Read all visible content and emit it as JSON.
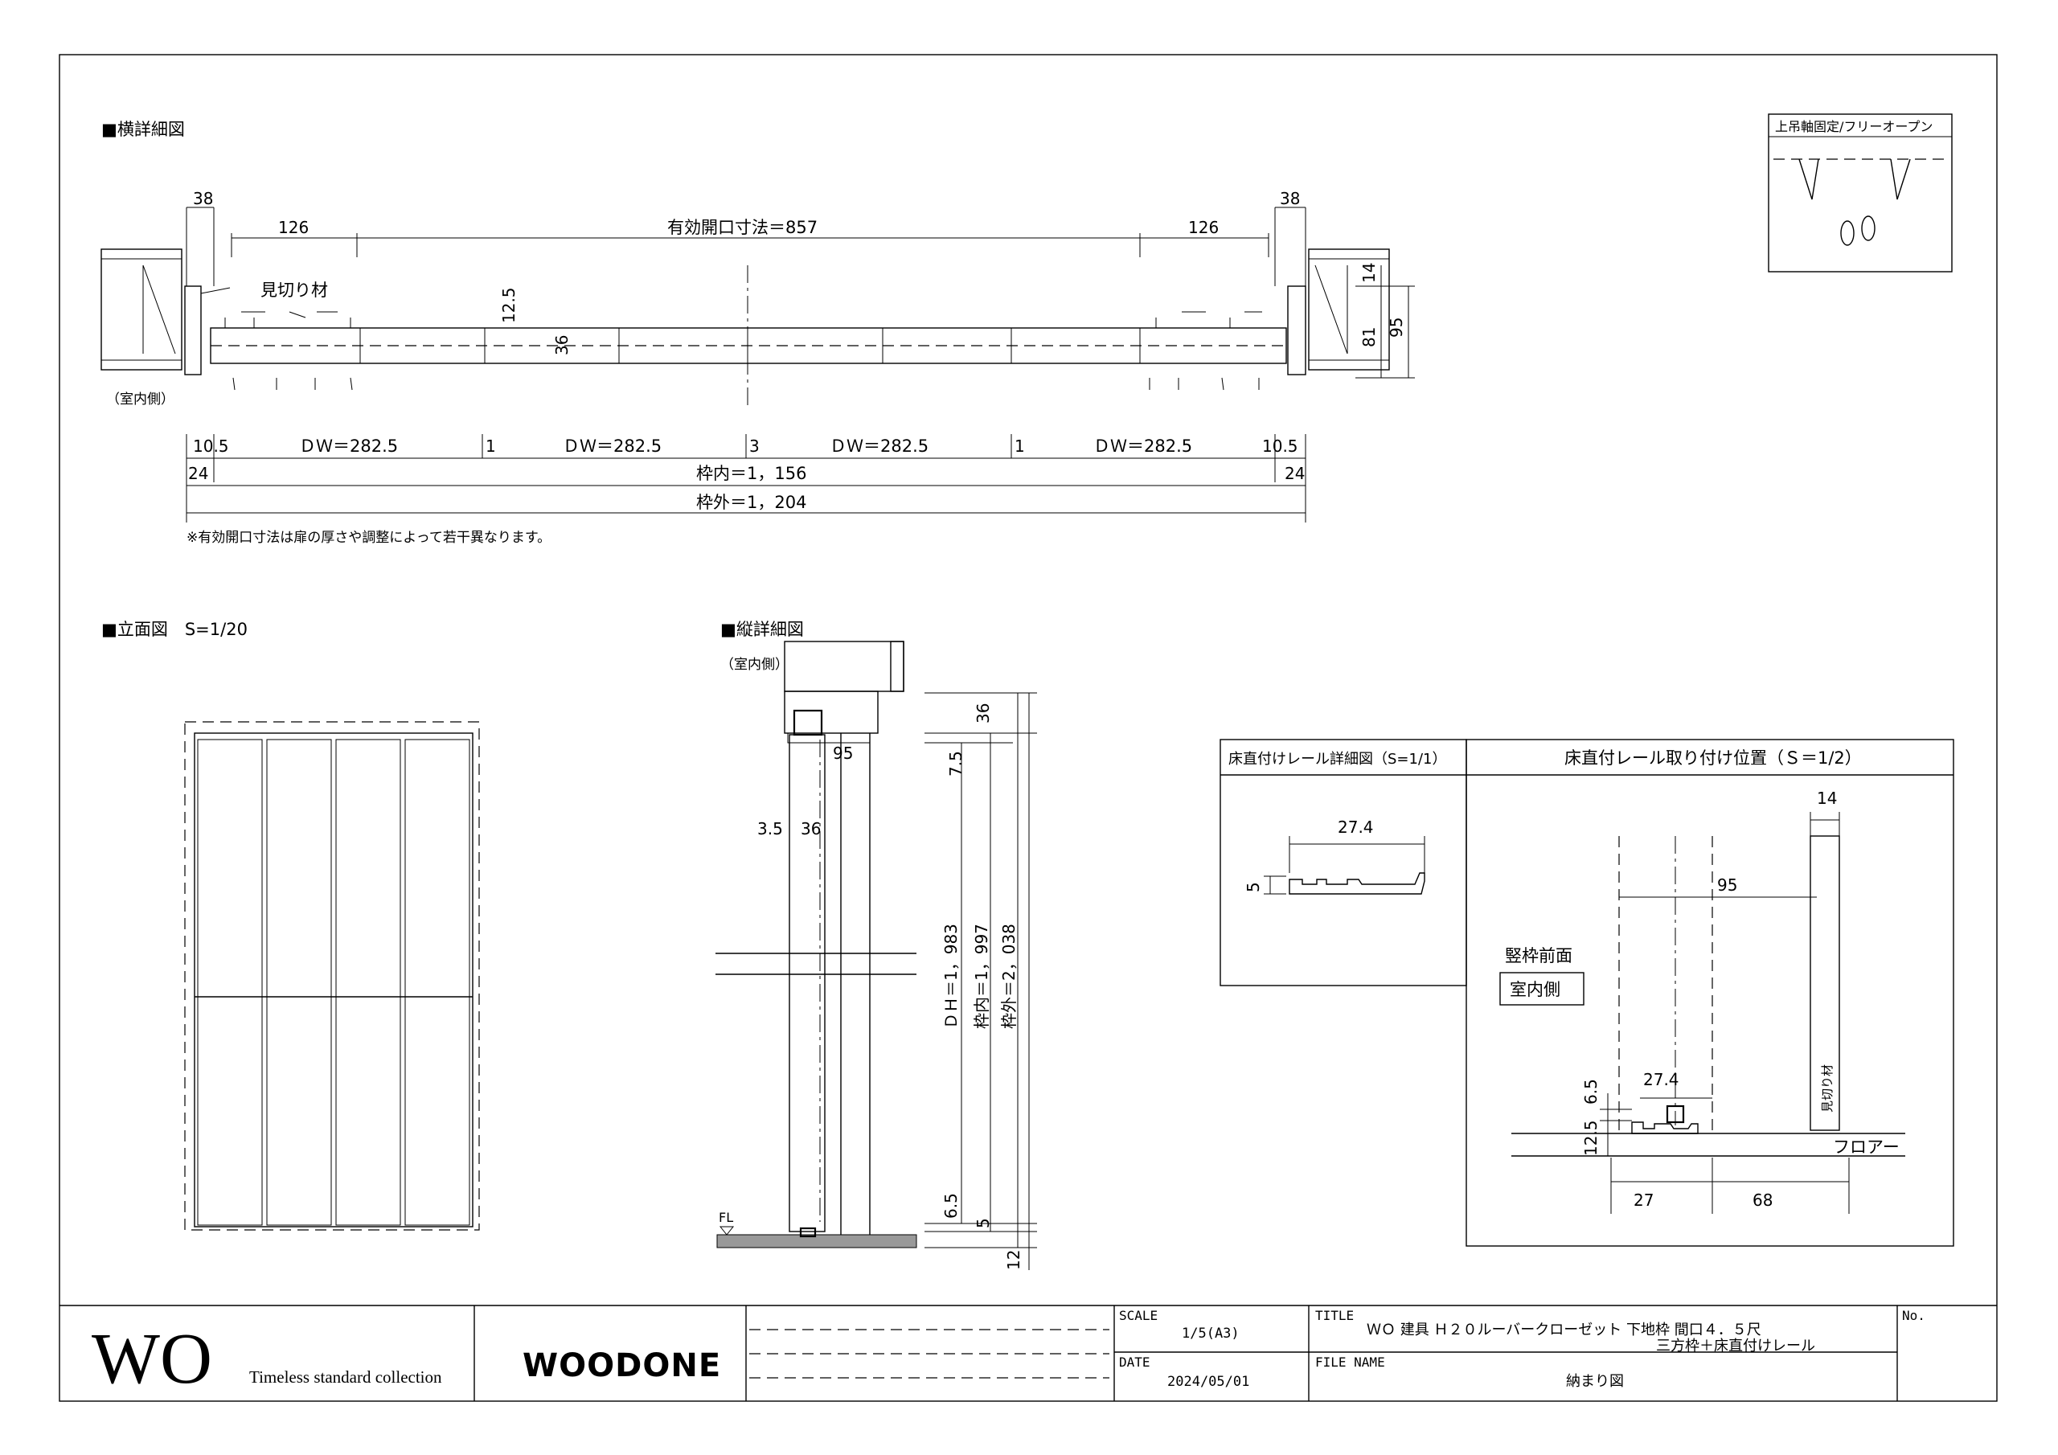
{
  "sections": {
    "horizontal": "■横詳細図",
    "elevation": "■立面図　S=1/20",
    "vertical": "■縦詳細図",
    "rail_detail": "床直付けレール詳細図（S=1/1）",
    "rail_position": "床直付レール取り付け位置（Ｓ＝1/2）"
  },
  "legend_box": {
    "title": "上吊軸固定/フリーオープン"
  },
  "horizontal": {
    "d38_left": "38",
    "d38_right": "38",
    "d126_left": "126",
    "d126_right": "126",
    "opening": "有効開口寸法＝857",
    "label_mikiri": "見切り材",
    "d12_5": "12.5",
    "d36": "36",
    "d14": "14",
    "d81": "81",
    "d95": "95",
    "indoor": "（室内側）",
    "d10_5_left": "10.5",
    "d10_5_right": "10.5",
    "dw1": "ＤＷ＝282.5",
    "dw2": "ＤＷ＝282.5",
    "dw3": "ＤＷ＝282.5",
    "dw4": "ＤＷ＝282.5",
    "gap1": "1",
    "gap3": "3",
    "gap1b": "1",
    "d24_left": "24",
    "d24_right": "24",
    "inner": "枠内＝1，156",
    "outer": "枠外＝1，204",
    "note": "※有効開口寸法は扉の厚さや調整によって若干異なります。"
  },
  "vertical": {
    "indoor": "（室内側）",
    "d95": "95",
    "d3_5": "3.5",
    "d36_left": "36",
    "d36_top": "36",
    "d7_5": "7.5",
    "dh": "ＤＨ＝1，983",
    "inner": "枠内＝1，997",
    "outer": "枠外＝2，038",
    "d6_5": "6.5",
    "d5": "5",
    "d12": "12",
    "fl": "FL"
  },
  "rail_detail": {
    "d27_4": "27.4",
    "d5": "5"
  },
  "rail_position": {
    "d14": "14",
    "d95": "95",
    "front": "竪枠前面",
    "indoor": "室内側",
    "d27_4": "27.4",
    "d6_5": "6.5",
    "d12_5": "12.5",
    "mikiri": "見切り材",
    "floor": "フロアー",
    "d27": "27",
    "d68": "68"
  },
  "title_block": {
    "brand": "WO",
    "tagline": "Timeless standard collection",
    "logo": "WOODONE",
    "scale_label": "SCALE",
    "scale_value": "1/5(A3)",
    "date_label": "DATE",
    "date_value": "2024/05/01",
    "title_label": "TITLE",
    "title_line1": "ＷＯ 建具 Ｈ２０ルーバークローゼット 下地枠 間口４．５尺",
    "title_line2": "三方枠＋床直付けレール",
    "file_label": "FILE NAME",
    "file_value": "納まり図",
    "no_label": "No."
  }
}
